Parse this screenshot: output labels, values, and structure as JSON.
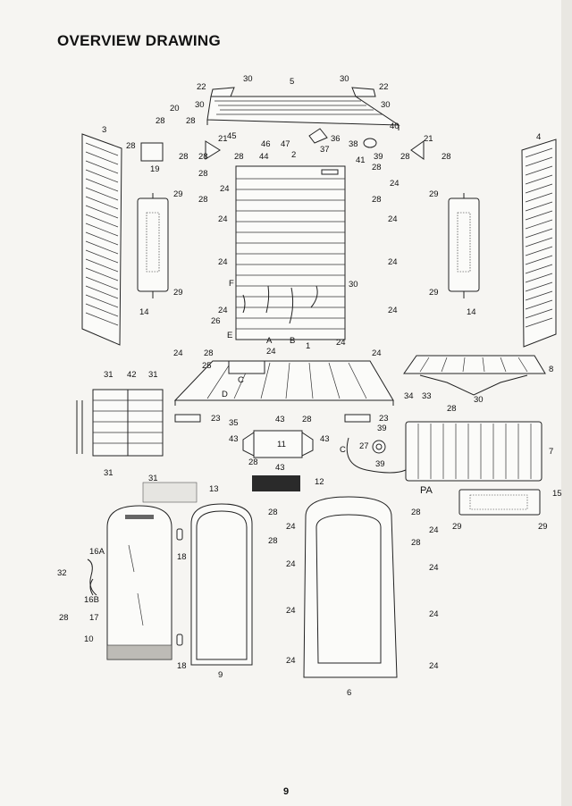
{
  "title": "OVERVIEW DRAWING",
  "page_number": "9",
  "callouts": [
    {
      "id": "c30a",
      "text": "30"
    },
    {
      "id": "c22a",
      "text": "22"
    },
    {
      "id": "c5",
      "text": "5"
    },
    {
      "id": "c30b",
      "text": "30"
    },
    {
      "id": "c22b",
      "text": "22"
    },
    {
      "id": "c30c",
      "text": "30"
    },
    {
      "id": "c30d",
      "text": "30"
    },
    {
      "id": "c20",
      "text": "20"
    },
    {
      "id": "c28a",
      "text": "28"
    },
    {
      "id": "c28b",
      "text": "28"
    },
    {
      "id": "c3",
      "text": "3"
    },
    {
      "id": "c4",
      "text": "4"
    },
    {
      "id": "c45",
      "text": "45"
    },
    {
      "id": "c46",
      "text": "46"
    },
    {
      "id": "c47",
      "text": "47"
    },
    {
      "id": "c36",
      "text": "36"
    },
    {
      "id": "c40",
      "text": "40"
    },
    {
      "id": "c21a",
      "text": "21"
    },
    {
      "id": "c21b",
      "text": "21"
    },
    {
      "id": "c37",
      "text": "37"
    },
    {
      "id": "c38",
      "text": "38"
    },
    {
      "id": "c39a",
      "text": "39"
    },
    {
      "id": "c28c",
      "text": "28"
    },
    {
      "id": "c28d",
      "text": "28"
    },
    {
      "id": "c19",
      "text": "19"
    },
    {
      "id": "c28e",
      "text": "28"
    },
    {
      "id": "c28f",
      "text": "28"
    },
    {
      "id": "c44",
      "text": "44"
    },
    {
      "id": "c2",
      "text": "2"
    },
    {
      "id": "c41",
      "text": "41"
    },
    {
      "id": "c28g",
      "text": "28"
    },
    {
      "id": "c28h",
      "text": "28"
    },
    {
      "id": "c28i",
      "text": "28"
    },
    {
      "id": "c24a",
      "text": "24"
    },
    {
      "id": "c28j",
      "text": "28"
    },
    {
      "id": "c28k",
      "text": "28"
    },
    {
      "id": "c24b",
      "text": "24"
    },
    {
      "id": "c28l",
      "text": "28"
    },
    {
      "id": "c29a",
      "text": "29"
    },
    {
      "id": "c29b",
      "text": "29"
    },
    {
      "id": "c24c",
      "text": "24"
    },
    {
      "id": "c24d",
      "text": "24"
    },
    {
      "id": "c24e",
      "text": "24"
    },
    {
      "id": "c24f",
      "text": "24"
    },
    {
      "id": "cF",
      "text": "F"
    },
    {
      "id": "c30e",
      "text": "30"
    },
    {
      "id": "c29c",
      "text": "29"
    },
    {
      "id": "c29d",
      "text": "29"
    },
    {
      "id": "c14a",
      "text": "14"
    },
    {
      "id": "c14b",
      "text": "14"
    },
    {
      "id": "c24g",
      "text": "24"
    },
    {
      "id": "c24h",
      "text": "24"
    },
    {
      "id": "c26",
      "text": "26"
    },
    {
      "id": "cE",
      "text": "E"
    },
    {
      "id": "cA",
      "text": "A"
    },
    {
      "id": "cB",
      "text": "B"
    },
    {
      "id": "c24i",
      "text": "24"
    },
    {
      "id": "c1",
      "text": "1"
    },
    {
      "id": "c24j",
      "text": "24"
    },
    {
      "id": "c24k",
      "text": "24"
    },
    {
      "id": "c24l",
      "text": "24"
    },
    {
      "id": "c28m",
      "text": "28"
    },
    {
      "id": "c25",
      "text": "25"
    },
    {
      "id": "c8",
      "text": "8"
    },
    {
      "id": "cC",
      "text": "C"
    },
    {
      "id": "cD",
      "text": "D"
    },
    {
      "id": "c31a",
      "text": "31"
    },
    {
      "id": "c42",
      "text": "42"
    },
    {
      "id": "c31b",
      "text": "31"
    },
    {
      "id": "c30f",
      "text": "30"
    },
    {
      "id": "c34",
      "text": "34"
    },
    {
      "id": "c33",
      "text": "33"
    },
    {
      "id": "c28n",
      "text": "28"
    },
    {
      "id": "c23a",
      "text": "23"
    },
    {
      "id": "c35",
      "text": "35"
    },
    {
      "id": "c43a",
      "text": "43"
    },
    {
      "id": "c28o",
      "text": "28"
    },
    {
      "id": "c23b",
      "text": "23"
    },
    {
      "id": "c39b",
      "text": "39"
    },
    {
      "id": "c43b",
      "text": "43"
    },
    {
      "id": "c11",
      "text": "11"
    },
    {
      "id": "c43c",
      "text": "43"
    },
    {
      "id": "c27",
      "text": "27"
    },
    {
      "id": "c7",
      "text": "7"
    },
    {
      "id": "cC2",
      "text": "C"
    },
    {
      "id": "c28p",
      "text": "28"
    },
    {
      "id": "c43d",
      "text": "43"
    },
    {
      "id": "c39c",
      "text": "39"
    },
    {
      "id": "c31c",
      "text": "31"
    },
    {
      "id": "c31d",
      "text": "31"
    },
    {
      "id": "c12",
      "text": "12"
    },
    {
      "id": "cPA",
      "text": "PA"
    },
    {
      "id": "c13",
      "text": "13"
    },
    {
      "id": "c15",
      "text": "15"
    },
    {
      "id": "c29e",
      "text": "29"
    },
    {
      "id": "c29f",
      "text": "29"
    },
    {
      "id": "c28q",
      "text": "28"
    },
    {
      "id": "c24m",
      "text": "24"
    },
    {
      "id": "c28r",
      "text": "28"
    },
    {
      "id": "c28s",
      "text": "28"
    },
    {
      "id": "c24n",
      "text": "24"
    },
    {
      "id": "c28t",
      "text": "28"
    },
    {
      "id": "c18a",
      "text": "18"
    },
    {
      "id": "c16A",
      "text": "16A"
    },
    {
      "id": "c32",
      "text": "32"
    },
    {
      "id": "c24o",
      "text": "24"
    },
    {
      "id": "c24p",
      "text": "24"
    },
    {
      "id": "c16B",
      "text": "16B"
    },
    {
      "id": "c24q",
      "text": "24"
    },
    {
      "id": "c24r",
      "text": "24"
    },
    {
      "id": "c28u",
      "text": "28"
    },
    {
      "id": "c17",
      "text": "17"
    },
    {
      "id": "c10",
      "text": "10"
    },
    {
      "id": "c18b",
      "text": "18"
    },
    {
      "id": "c24s",
      "text": "24"
    },
    {
      "id": "c24t",
      "text": "24"
    },
    {
      "id": "c9",
      "text": "9"
    },
    {
      "id": "c6",
      "text": "6"
    }
  ]
}
